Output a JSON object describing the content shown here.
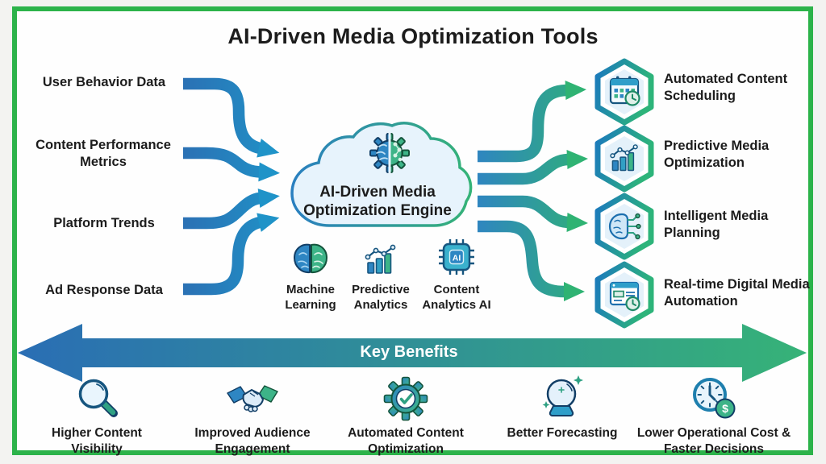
{
  "title": "AI-Driven Media Optimization Tools",
  "inputs": [
    {
      "label": "User Behavior Data"
    },
    {
      "label": "Content Performance Metrics"
    },
    {
      "label": "Platform Trends"
    },
    {
      "label": "Ad Response Data"
    }
  ],
  "engine": {
    "label": "AI-Driven Media Optimization Engine",
    "icon": "split-brain-gear-icon"
  },
  "technologies": [
    {
      "label": "Machine Learning",
      "icon": "brain-icon"
    },
    {
      "label": "Predictive Analytics",
      "icon": "trend-bar-chart-icon"
    },
    {
      "label": "Content Analytics AI",
      "icon": "ai-chip-icon"
    }
  ],
  "outputs": [
    {
      "label": "Automated Content Scheduling",
      "icon": "calendar-clock-icon"
    },
    {
      "label": "Predictive Media Optimization",
      "icon": "trend-bar-chart-icon"
    },
    {
      "label": "Intelligent Media Planning",
      "icon": "brain-circuit-icon"
    },
    {
      "label": "Real-time Digital Media Automation",
      "icon": "webpage-clock-icon"
    }
  ],
  "banner": {
    "label": "Key Benefits"
  },
  "benefits": [
    {
      "label": "Higher Content Visibility",
      "icon": "magnifier-icon"
    },
    {
      "label": "Improved Audience Engagement",
      "icon": "handshake-icon"
    },
    {
      "label": "Automated Content Optimization",
      "icon": "gear-check-icon"
    },
    {
      "label": "Better Forecasting",
      "icon": "crystal-ball-icon"
    },
    {
      "label": "Lower Operational Cost & Faster Decisions",
      "icon": "clock-dollar-icon"
    }
  ],
  "colors": {
    "frame_green": "#2cb34a",
    "arrow_blue": "#2b7ebd",
    "arrow_green": "#2fb176",
    "banner_gradient_start": "#2a6db5",
    "banner_gradient_end": "#36b377",
    "cloud_fill": "#e7f3fc",
    "text": "#1c1c1c"
  }
}
